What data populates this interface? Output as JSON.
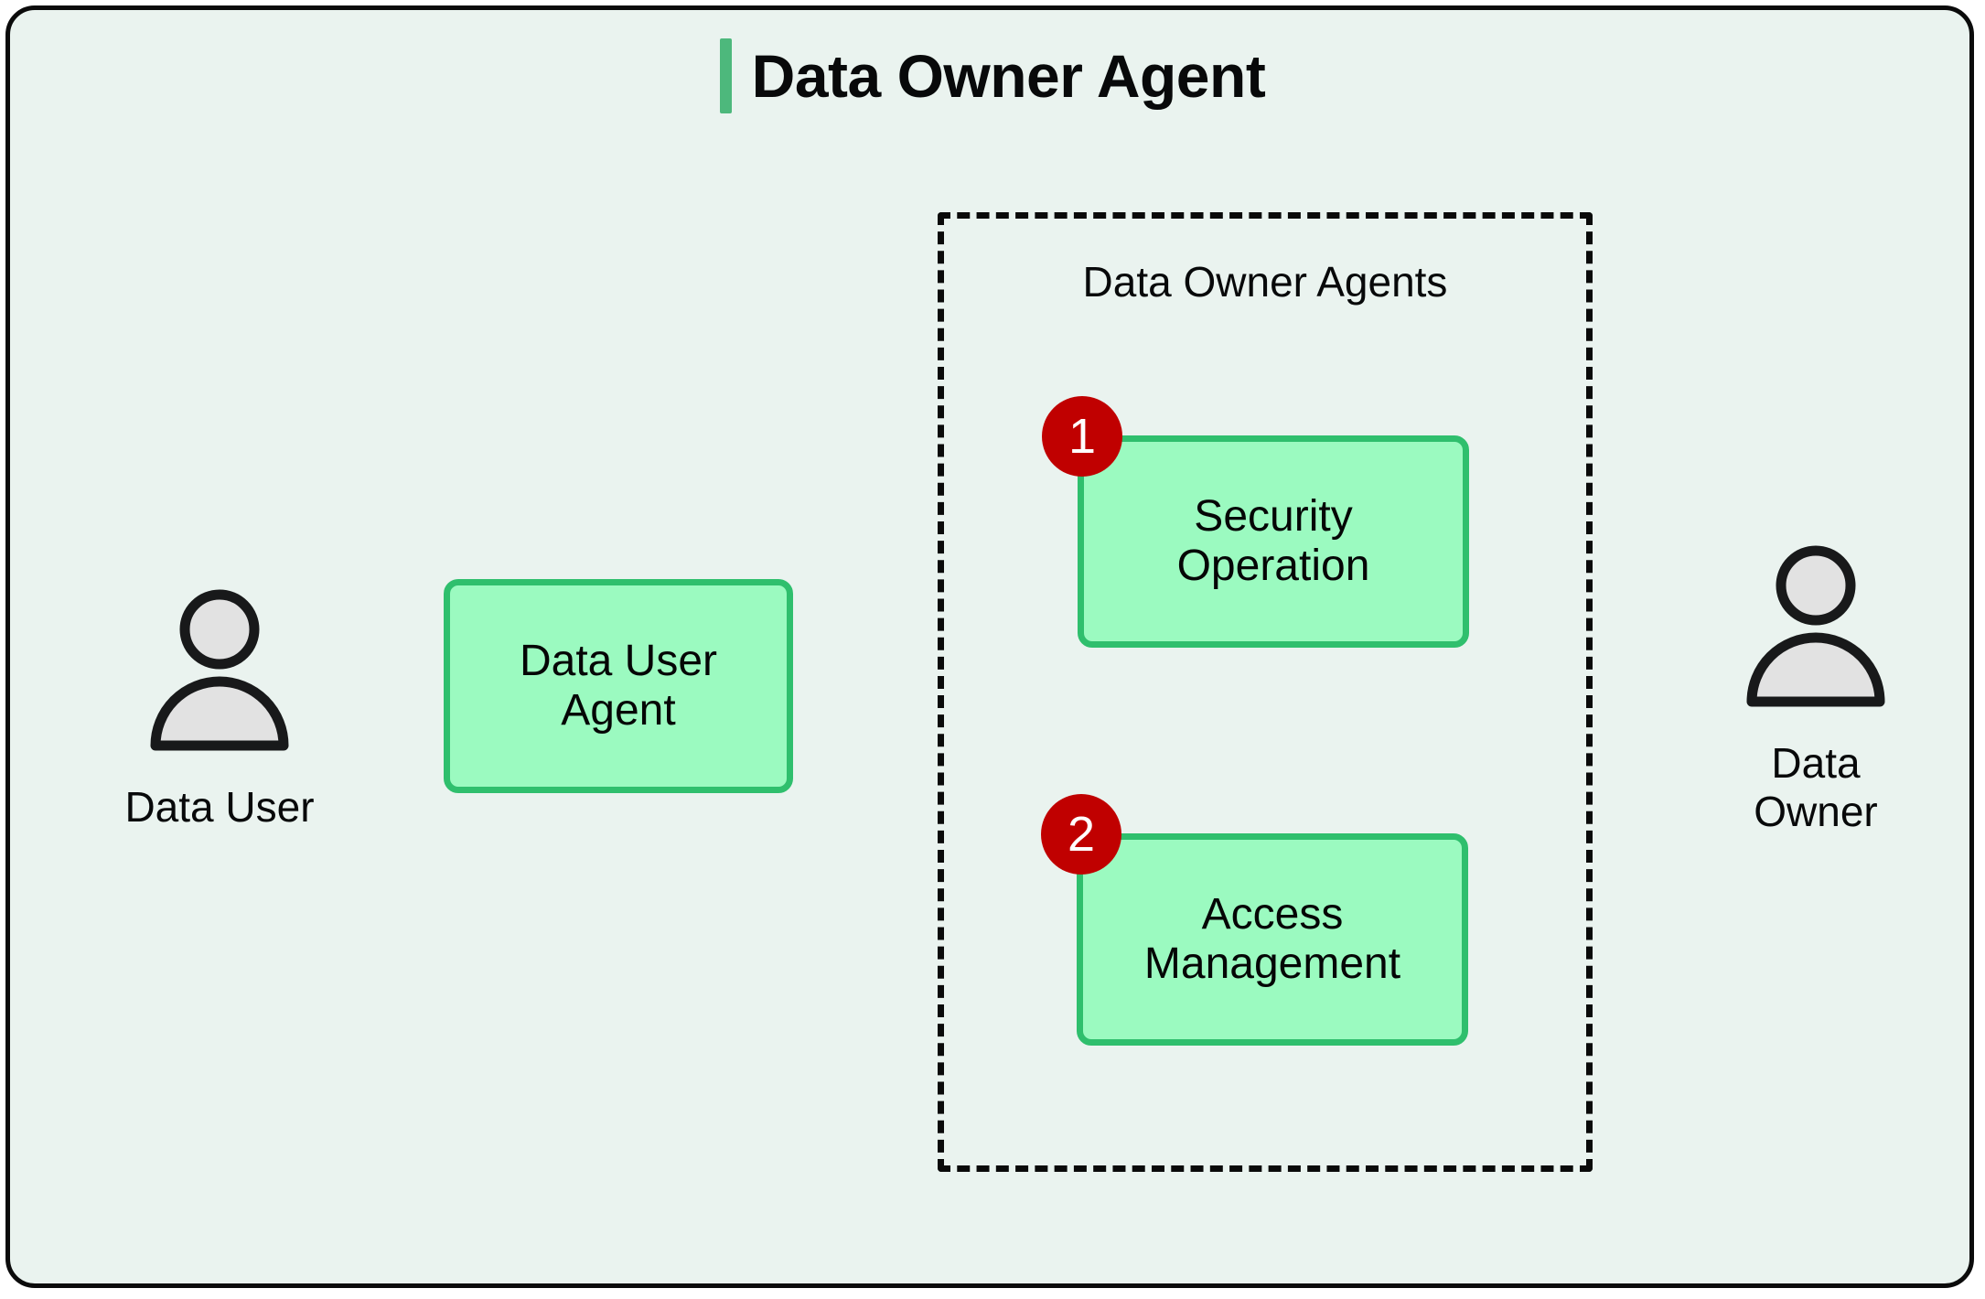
{
  "header": {
    "title": "Data Owner Agent",
    "accent_color": "#4DB87C"
  },
  "colors": {
    "panel_background": "#EAF3EF",
    "panel_border": "#0B0B0B",
    "box_fill": "#9BFAC0",
    "box_border": "#2FBF6D",
    "badge_fill": "#C00000",
    "badge_text": "#FFFFFF",
    "person_fill": "#E2E2E2",
    "person_outline": "#18191A",
    "dashed_border": "#0A0A0A"
  },
  "actors": [
    {
      "id": "data-user",
      "icon": "person-icon",
      "label": "Data User"
    },
    {
      "id": "data-owner",
      "icon": "person-icon",
      "label": "Data\nOwner"
    }
  ],
  "boxes": {
    "data_user_agent": {
      "label": "Data User\nAgent"
    }
  },
  "group": {
    "title": "Data Owner Agents",
    "border_style": "dashed",
    "agents": [
      {
        "badge": "1",
        "label": "Security\nOperation"
      },
      {
        "badge": "2",
        "label": "Access\nManagement"
      }
    ]
  }
}
